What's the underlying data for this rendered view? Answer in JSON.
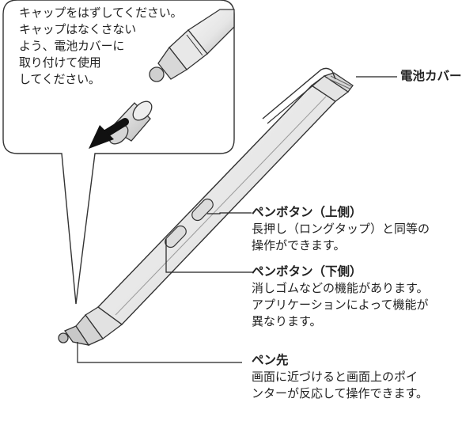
{
  "callout": {
    "lines": [
      "キャップをはずしてください。",
      "キャップはなくさない",
      "よう、電池カバーに",
      "取り付けて使用",
      "してください。"
    ]
  },
  "labels": {
    "battery_cover": "電池カバー",
    "pen_button_upper": {
      "title": "ペンボタン（上側）",
      "desc": [
        "長押し（ロングタップ）と同等の",
        "操作ができます。"
      ]
    },
    "pen_button_lower": {
      "title": "ペンボタン（下側）",
      "desc": [
        "消しゴムなどの機能があります。",
        "アプリケーションによって機能が",
        "異なります。"
      ]
    },
    "pen_tip": {
      "title": "ペン先",
      "desc": [
        "画面に近づけると画面上のポイ",
        "ンターが反応して操作できます。"
      ]
    }
  },
  "colors": {
    "outline": "#222222",
    "pen_body": "#ececec",
    "pen_shade": "#bdbdbd",
    "arrow": "#111111"
  }
}
